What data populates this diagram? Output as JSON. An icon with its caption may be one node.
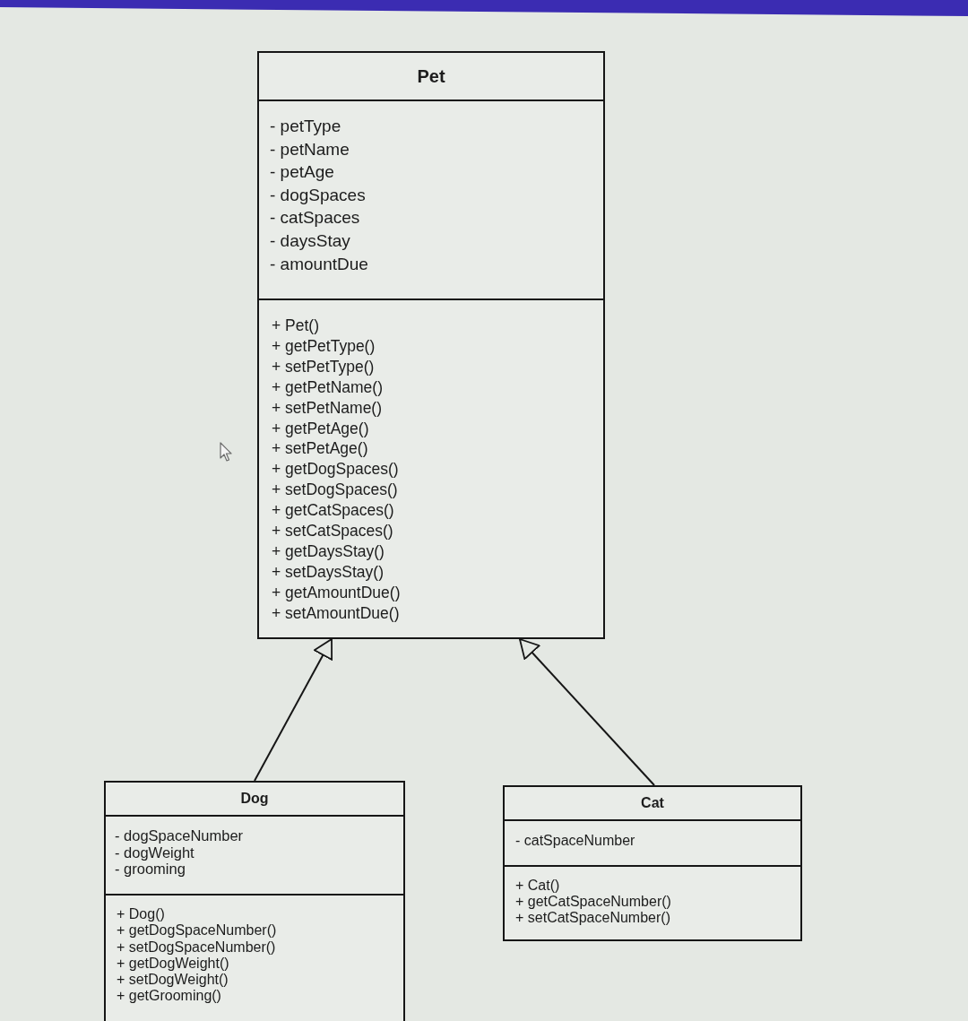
{
  "diagram": {
    "nodes": [
      {
        "text": [
          "Pet"
        ]
      },
      {
        "text": [
          "- petType",
          "- petName",
          "- petAge",
          "- dogSpaces",
          "- catSpaces",
          "- daysStay",
          "- amountDue"
        ],
        "in": 0
      },
      {
        "text": [
          "+ Pet()",
          "+ getPetType()",
          "+ setPetType()",
          "+ getPetName()",
          "+ setPetName()",
          "+ getPetAge()",
          "+ setPetAge()",
          "+ getDogSpaces()",
          "+ setDogSpaces()",
          "+ getCatSpaces()",
          "+ setCatSpaces()",
          "+ getDaysStay()",
          "+ setDaysStay()",
          "+ getAmountDue()",
          "+ setAmountDue()"
        ],
        "in": 0
      },
      {
        "text": [
          "Dog"
        ]
      },
      {
        "text": [
          "- dogSpaceNumber",
          "- dogWeight",
          "- grooming"
        ],
        "in": 3
      },
      {
        "text": [
          "+ Dog()",
          "+ getDogSpaceNumber()",
          "+ setDogSpaceNumber()",
          "+ getDogWeight()",
          "+ setDogWeight()",
          "+ getGrooming()"
        ],
        "in": 3
      },
      {
        "text": [
          "Cat"
        ]
      },
      {
        "text": [
          "- catSpaceNumber"
        ],
        "in": 6
      },
      {
        "text": [
          "+ Cat()",
          "+ getCatSpaceNumber()",
          "+ setCatSpaceNumber()"
        ],
        "in": 6
      }
    ],
    "edges": [
      {
        "from": 3,
        "to": 0,
        "arrow": "to"
      },
      {
        "from": 6,
        "to": 0,
        "arrow": "to"
      }
    ]
  }
}
